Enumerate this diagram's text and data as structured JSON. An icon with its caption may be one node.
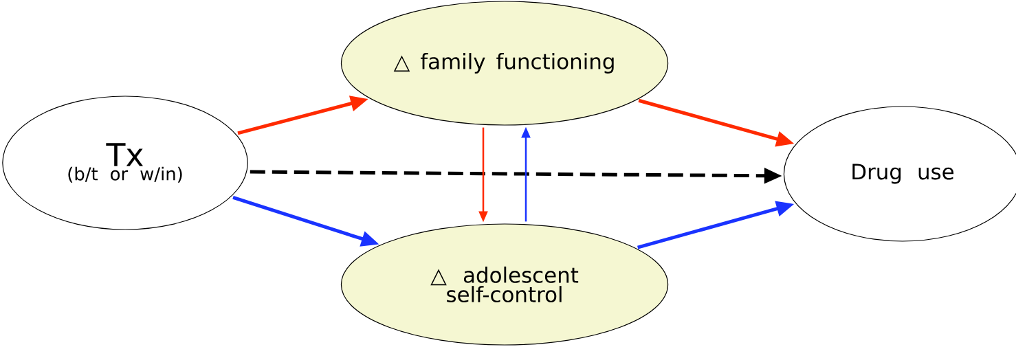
{
  "diagram": {
    "nodes": [
      {
        "text": [
          "Tx",
          "(b/t or w/in)"
        ]
      },
      {
        "text": [
          "△ family functioning"
        ]
      },
      {
        "text": [
          "△ adolescent self-control"
        ]
      },
      {
        "text": [
          "Drug use"
        ]
      }
    ],
    "edges": [
      {
        "from": 0,
        "to": 1,
        "arrow": "to",
        "color": "#ff2a00"
      },
      {
        "from": 1,
        "to": 3,
        "arrow": "to",
        "color": "#ff2a00"
      },
      {
        "from": 0,
        "to": 2,
        "arrow": "to",
        "color": "#1a33ff"
      },
      {
        "from": 2,
        "to": 3,
        "arrow": "to",
        "color": "#1a33ff"
      },
      {
        "from": 0,
        "to": 3,
        "arrow": "to",
        "style": "dashed",
        "color": "#000000"
      },
      {
        "from": 1,
        "to": 2,
        "arrow": "to",
        "color": "#ff2a00"
      },
      {
        "from": 2,
        "to": 1,
        "arrow": "to",
        "color": "#1a33ff"
      }
    ]
  }
}
